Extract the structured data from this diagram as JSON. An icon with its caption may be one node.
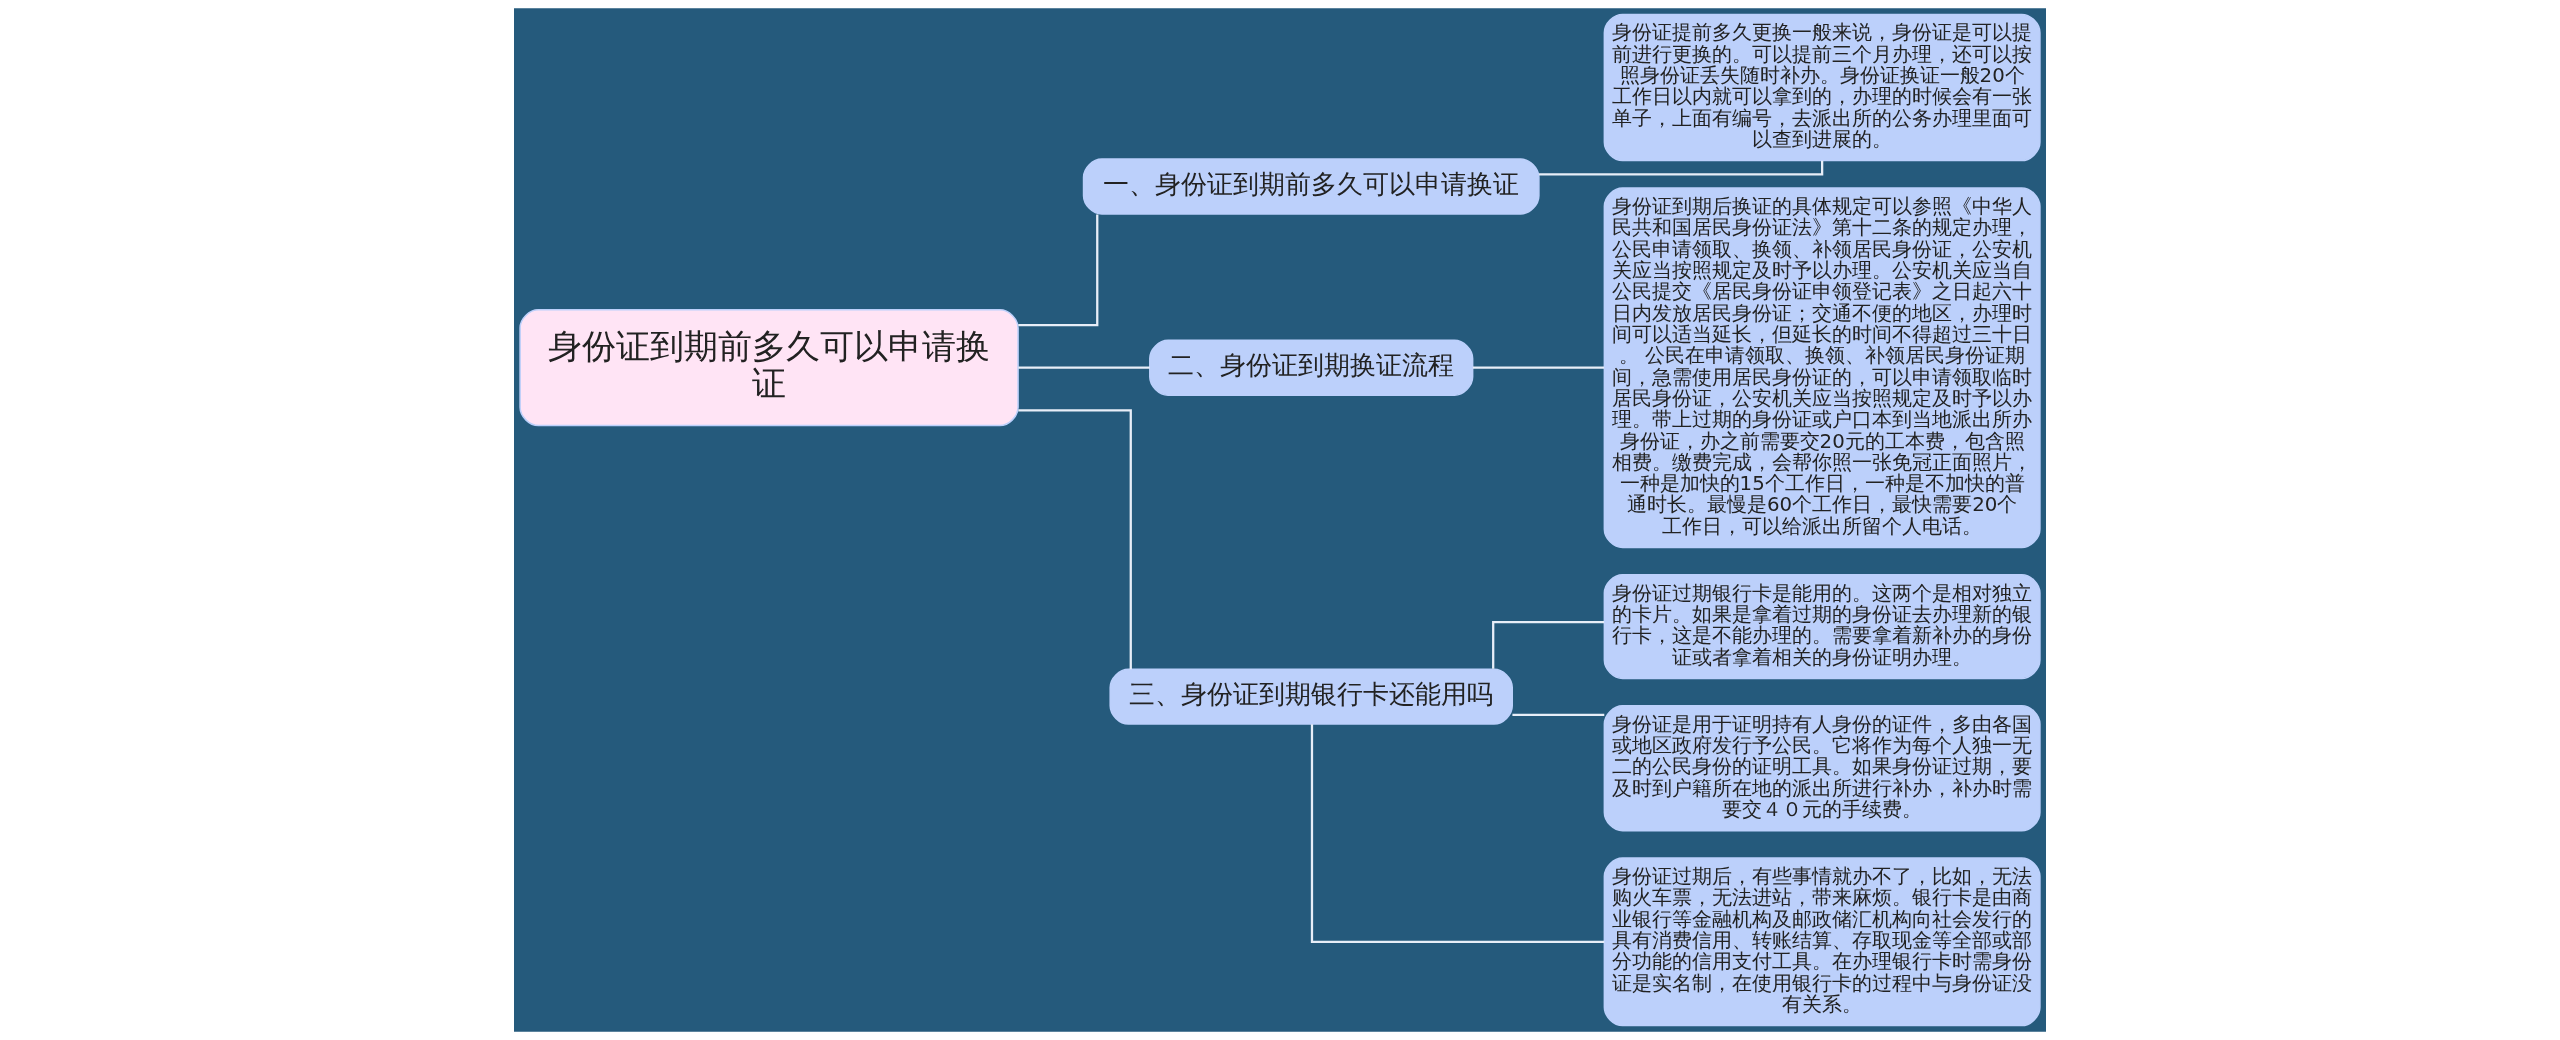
{
  "diagram": {
    "nodes": [
      {
        "text": [
          "身份证到期前多久可以申请换证"
        ]
      },
      {
        "text": [
          "一、身份证到期前多久可以申请换证"
        ]
      },
      {
        "text": [
          "身份证提前多久更换一般来说，身份证是可以提前进行更换的。可以提前三个月办理，还可以按照身份证丢失随时补办。身份证换证一般20个工作日以内就可以拿到的，办理的时候会有一张单子，上面有编号，去派出所的公务办理里面可以查到进展的。"
        ]
      },
      {
        "text": [
          "二、身份证到期换证流程"
        ]
      },
      {
        "text": [
          "身份证到期后换证的具体规定可以参照《中华人民共和国居民身份证法》第十二条的规定办理，公民申请领取、换领、补领居民身份证，公安机关应当按照规定及时予以办理。公安机关应当自公民提交《居民身份证申领登记表》之日起六十日内发放居民身份证；交通不便的地区，办理时间可以适当延长，但延长的时间不得超过三十日。 公民在申请领取、换领、补领居民身份证期间，急需使用居民身份证的，可以申请领取临时居民身份证，公安机关应当按照规定及时予以办理。带上过期的身份证或户口本到当地派出所办身份证，办之前需要交20元的工本费，包含照相费。缴费完成，会帮你照一张免冠正面照片，一种是加快的15个工作日，一种是不加快的普通时长。最慢是60个工作日，最快需要20个工作日，可以给派出所留个人电话。"
        ]
      },
      {
        "text": [
          "三、身份证到期银行卡还能用吗"
        ]
      },
      {
        "text": [
          "身份证过期银行卡是能用的。这两个是相对独立的卡片。如果是拿着过期的身份证去办理新的银行卡，这是不能办理的。需要拿着新补办的身份证或者拿着相关的身份证明办理。"
        ]
      },
      {
        "text": [
          "身份证是用于证明持有人身份的证件，多由各国或地区政府发行予公民。它将作为每个人独一无二的公民身份的证明工具。如果身份证过期，要及时到户籍所在地的派出所进行补办，补办时需要交４０元的手续费。"
        ]
      },
      {
        "text": [
          "身份证过期后，有些事情就办不了，比如，无法购火车票，无法进站，带来麻烦。银行卡是由商业银行等金融机构及邮政储汇机构向社会发行的具有消费信用、转账结算、存取现金等全部或部分功能的信用支付工具。在办理银行卡时需身份证是实名制，在使用银行卡的过程中与身份证没有关系。"
        ]
      }
    ],
    "edges": [
      {
        "from": 0,
        "to": 1,
        "arrow": "none"
      },
      {
        "from": 1,
        "to": 2,
        "arrow": "none"
      },
      {
        "from": 0,
        "to": 3,
        "arrow": "none"
      },
      {
        "from": 3,
        "to": 4,
        "arrow": "none"
      },
      {
        "from": 0,
        "to": 5,
        "arrow": "none"
      },
      {
        "from": 5,
        "to": 6,
        "arrow": "none"
      },
      {
        "from": 5,
        "to": 7,
        "arrow": "none"
      },
      {
        "from": 5,
        "to": 8,
        "arrow": "none"
      }
    ]
  }
}
